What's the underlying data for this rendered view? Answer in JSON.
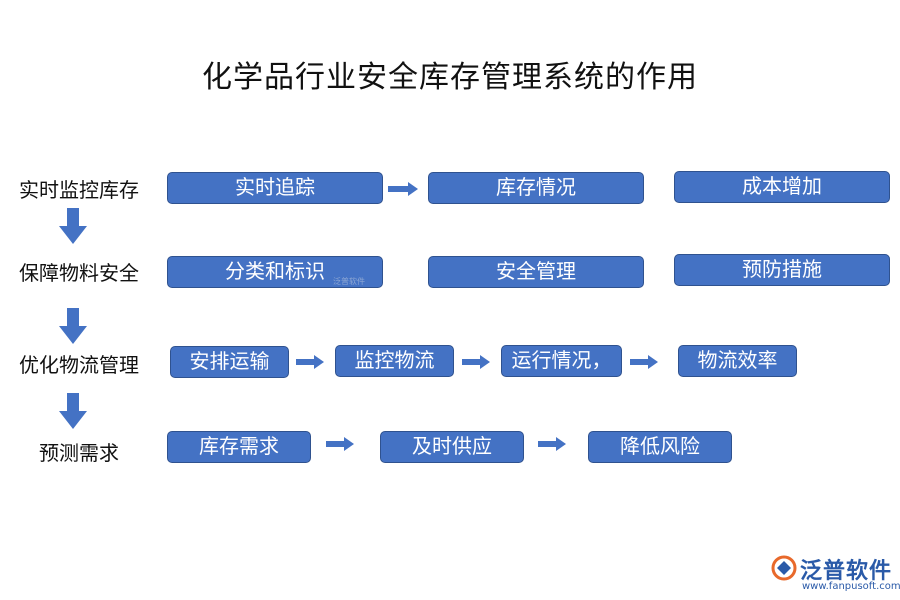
{
  "title": "化学品行业安全库存管理系统的作用",
  "rows": [
    {
      "label": "实时监控库存",
      "boxes": [
        "实时追踪",
        "库存情况",
        "成本增加"
      ]
    },
    {
      "label": "保障物料安全",
      "boxes": [
        "分类和标识",
        "安全管理",
        "预防措施"
      ]
    },
    {
      "label": "优化物流管理",
      "boxes": [
        "安排运输",
        "监控物流",
        "运行情况，",
        "物流效率"
      ]
    },
    {
      "label": "预测需求",
      "boxes": [
        "库存需求",
        "及时供应",
        "降低风险"
      ]
    }
  ],
  "watermark": "泛普软件",
  "logo": {
    "name": "泛普软件",
    "url": "www.fanpusoft.com"
  },
  "colors": {
    "box_fill": "#4472c4",
    "box_border": "#2f528f",
    "arrow": "#4472c4"
  }
}
